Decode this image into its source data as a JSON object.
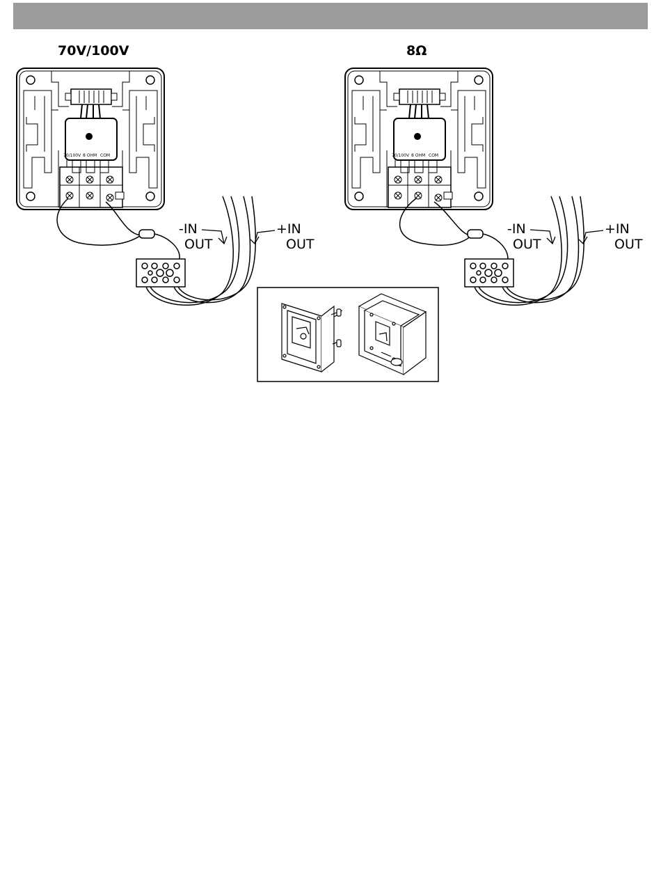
{
  "titles": {
    "left": "70V/100V",
    "right": "8Ω"
  },
  "terminal_labels": {
    "t1": "70/100V",
    "t2": "8 OHM",
    "t3": "COM"
  },
  "wire_labels": {
    "neg_in": "-IN",
    "out": "OUT",
    "pos_in": "+IN"
  }
}
